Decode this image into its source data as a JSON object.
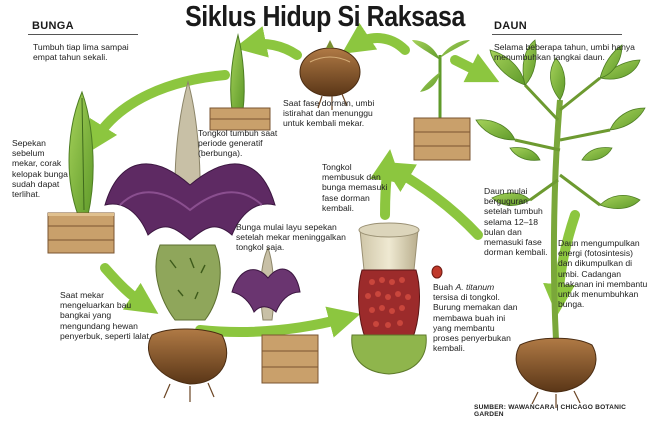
{
  "title": "Siklus Hidup Si Raksasa",
  "sections": {
    "left": "BUNGA",
    "right": "DAUN"
  },
  "captions": {
    "bloom_interval": "Tumbuh tiap lima sampai empat tahun sekali.",
    "week_before": "Sepekan sebelum mekar, corak kelopak bunga sudah dapat terlihat.",
    "spadix_grows": "Tongkol tumbuh saat periode generatif (berbunga).",
    "dormant": "Saat fase dorman, umbi istirahat dan menunggu untuk kembali mekar.",
    "years_stalk": "Selama beberapa tahun, umbi hanya menumbuhkan tangkai daun.",
    "rotting": "Tongkol membusuk dan bunga memasuki fase dorman kembali.",
    "leaves_fall": "Daun mulai berguguran setelah tumbuh selama 12–18 bulan dan memasuki fase dorman kembali.",
    "wilting": "Bunga mulai layu sepekan setelah mekar meninggalkan tongkol saja.",
    "smell": "Saat mekar mengeluarkan bau bangkai yang mengundang hewan penyerbuk, seperti lalat.",
    "fruit_italic": "A. titanum",
    "fruit_pre": "Buah",
    "fruit_rest": "tersisa di tongkol. Burung memakan dan membawa buah ini yang membantu proses penyerbukan kembali.",
    "energy": "Daun mengumpulkan energi (fotosintesis) dan dikumpulkan di umbi. Cadangan makanan ini membantu untuk menumbuhkan bunga."
  },
  "source": "SUMBER: WAWANCARA | CHICAGO BOTANIC GARDEN",
  "colors": {
    "arrow": "#8cc63f",
    "petal": "#5e2a63",
    "box": "#c9a06b",
    "leaf": "#79b23a",
    "tuber": "#8a5a2b",
    "fruit": "#c0392b"
  }
}
